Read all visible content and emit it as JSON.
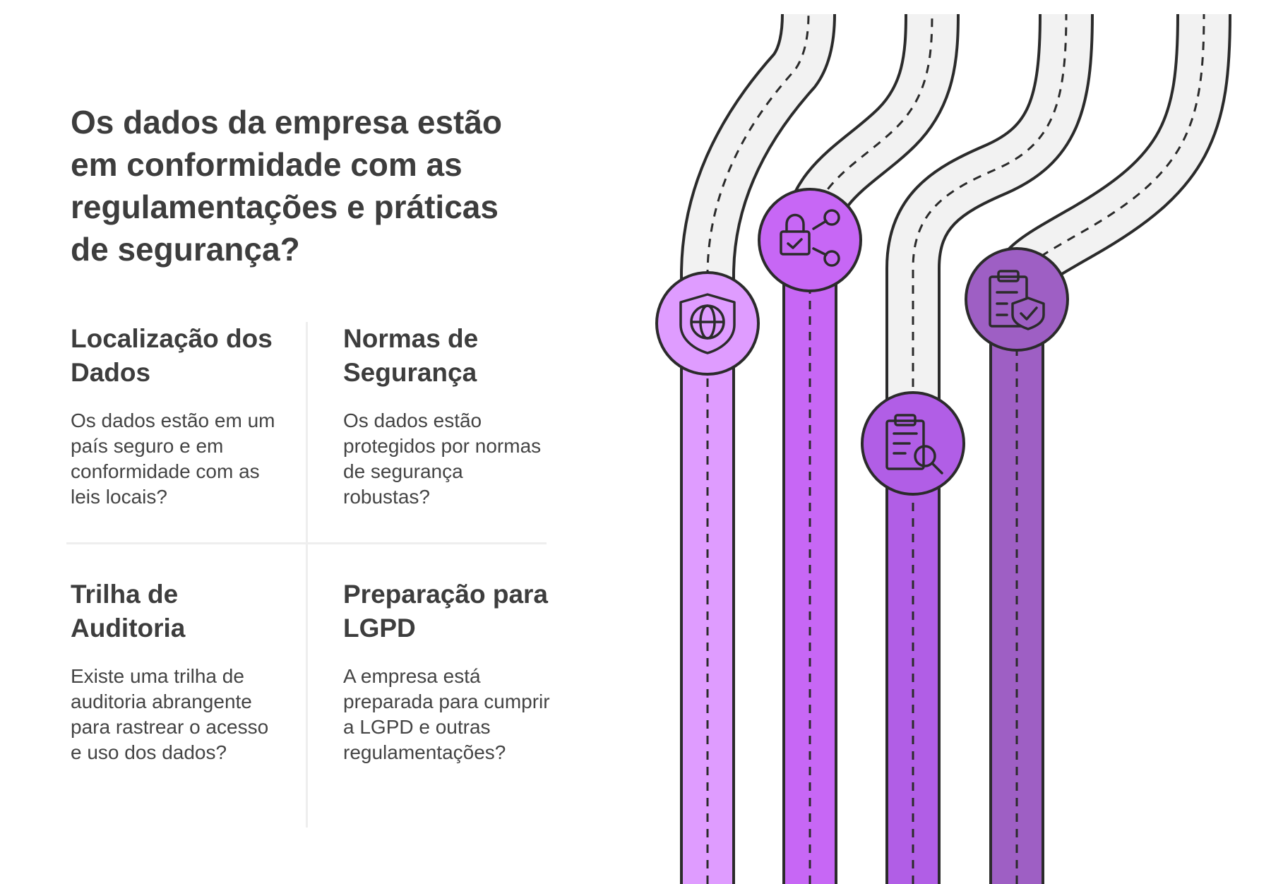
{
  "title": "Os dados da empresa estão em conformidade com as regulamentações e práticas de segurança?",
  "items": [
    {
      "heading": "Localização dos Dados",
      "text": "Os dados estão em um país seguro e em conformidade com as leis locais?",
      "icon": "shield-globe-icon",
      "color": "#df9cff"
    },
    {
      "heading": "Normas de Segurança",
      "text": "Os dados estão protegidos por normas de segurança robustas?",
      "icon": "lock-share-icon",
      "color": "#c767f5"
    },
    {
      "heading": "Trilha de Auditoria",
      "text": "Existe uma trilha de auditoria abrangente para rastrear o acesso e uso dos dados?",
      "icon": "clipboard-search-icon",
      "color": "#b15ee6"
    },
    {
      "heading": "Preparação para LGPD",
      "text": "A empresa está preparada para cumprir a LGPD e outras regulamentações?",
      "icon": "clipboard-check-icon",
      "color": "#9e5fc4"
    }
  ],
  "colors": {
    "road": "#f2f2f2",
    "outline": "#2b2b2b"
  }
}
